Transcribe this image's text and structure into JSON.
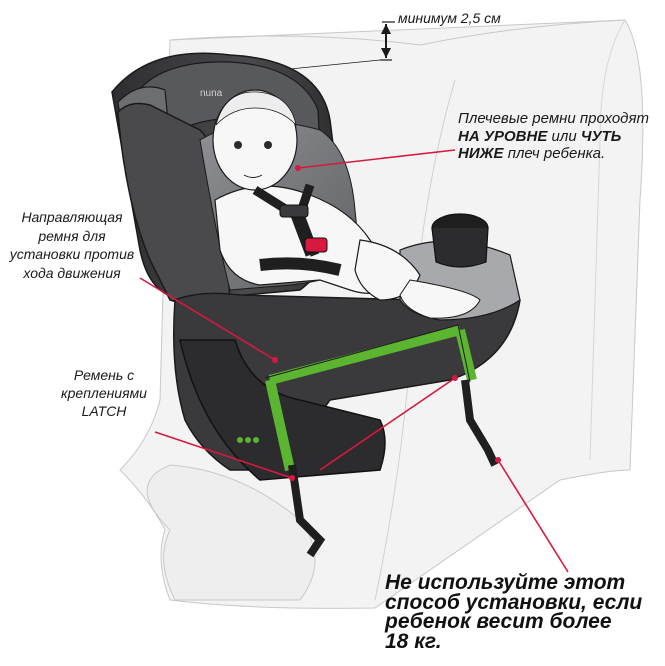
{
  "labels": {
    "minimum": "минимум 2,5 см",
    "shoulder_part1": "Плечевые ремни проходят ",
    "shoulder_bold1": "НА УРОВНЕ",
    "shoulder_part2": " или ",
    "shoulder_bold2": "ЧУТЬ НИЖЕ",
    "shoulder_part3": " плеч ребенка.",
    "guide": "Направляющая ремня для установки против хода движения",
    "latch": "Ремень с креплениями LATCH",
    "warning_lines": [
      "Не используйте этот",
      "способ установки, если",
      "ребенок весит более",
      "18 кг."
    ]
  },
  "seat_brand": "nuna",
  "colors": {
    "seat_dark": "#3a3a3c",
    "seat_mid": "#6d6e71",
    "seat_light": "#a7a9ac",
    "strap_green": "#5bb531",
    "pointer_red": "#d7193f",
    "vehicle_seat_fill": "#f3f3f4",
    "line_gray": "#8a8a8a"
  }
}
